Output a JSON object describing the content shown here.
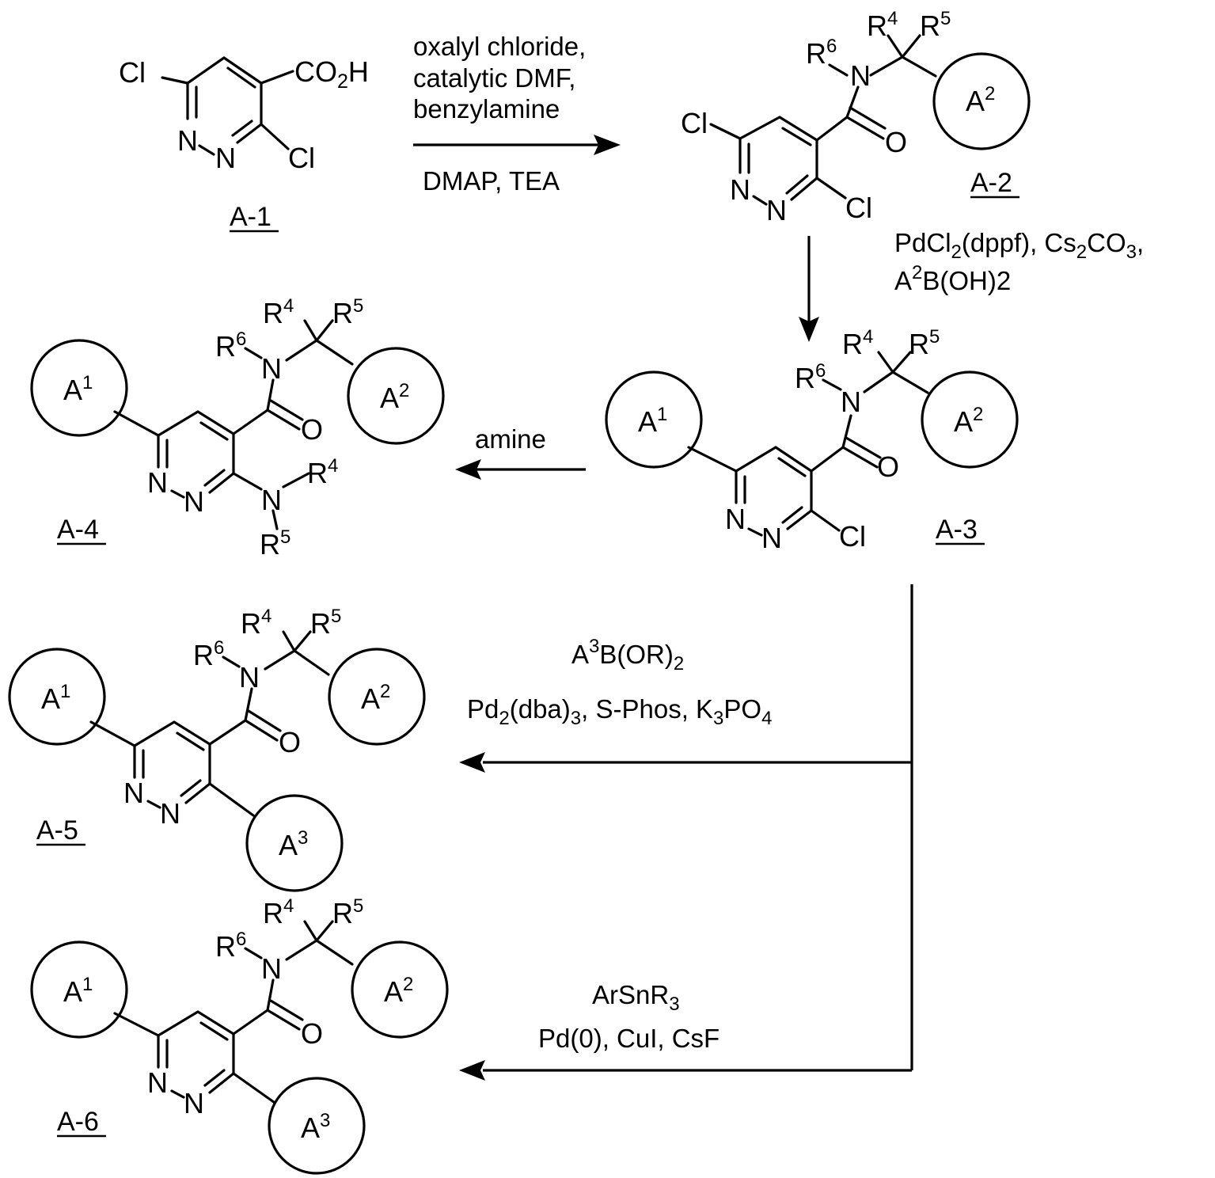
{
  "compounds": {
    "A1": {
      "label": "A-1"
    },
    "A2": {
      "label": "A-2"
    },
    "A3": {
      "label": "A-3"
    },
    "A4": {
      "label": "A-4"
    },
    "A5": {
      "label": "A-5"
    },
    "A6": {
      "label": "A-6"
    }
  },
  "atoms": {
    "cl": "Cl",
    "n": "N",
    "o": "O",
    "co2h": "CO",
    "co2h_sub": "2",
    "co2h_tail": "H",
    "r": "R",
    "a": "A",
    "r4": "4",
    "r5": "5",
    "r6": "6",
    "a1": "1",
    "a2": "2",
    "a3": "3"
  },
  "conditions": {
    "step1_line1": "oxalyl chloride,",
    "step1_line2": "catalytic DMF,",
    "step1_line3": "benzylamine",
    "step1_below": "DMAP, TEA",
    "step2_p1": "PdCl",
    "step2_s1": "2",
    "step2_p2": "(dppf), Cs",
    "step2_s2": "2",
    "step2_p3": "CO",
    "step2_s3": "3",
    "step2_p4": ",",
    "step2_l2_a": "A",
    "step2_l2_sup": "2",
    "step2_l2_b": "B(OH)2",
    "step3": "amine",
    "step4_l1_a": "A",
    "step4_l1_sup": "3",
    "step4_l1_b": "B(OR)",
    "step4_l1_sub": "2",
    "step4_l2_a": "Pd",
    "step4_l2_s1": "2",
    "step4_l2_b": "(dba)",
    "step4_l2_s2": "3",
    "step4_l2_c": ", S-Phos, K",
    "step4_l2_s3": "3",
    "step4_l2_d": "PO",
    "step4_l2_s4": "4",
    "step5_l1_a": "ArSnR",
    "step5_l1_sub": "3",
    "step5_l2": "Pd(0), CuI, CsF"
  }
}
